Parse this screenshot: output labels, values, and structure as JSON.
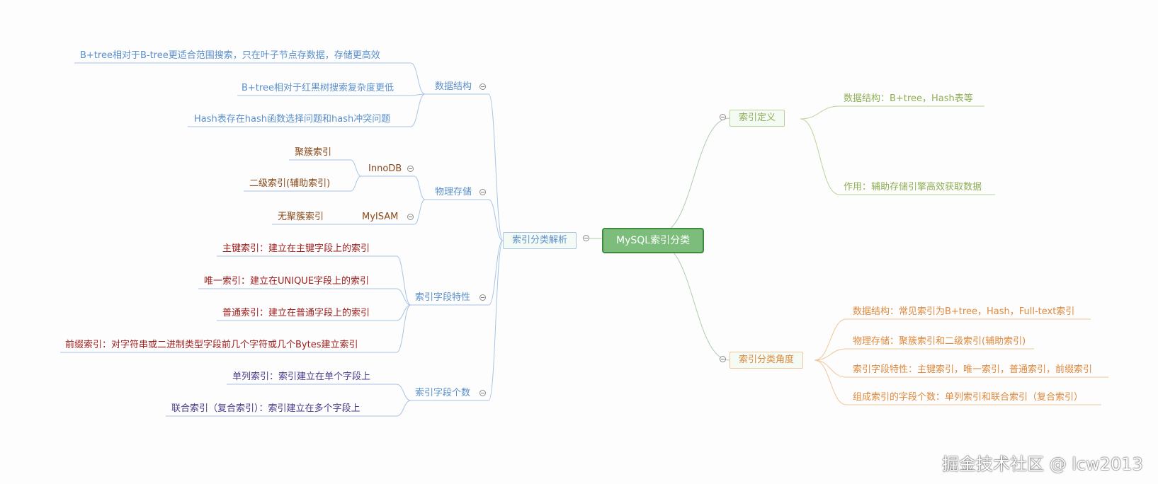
{
  "root": {
    "label": "MySQL索引分类"
  },
  "left_branch": {
    "label": "索引分类解析",
    "groups": [
      {
        "label": "数据结构",
        "items": [
          "B+tree相对于B-tree更适合范围搜索，只在叶子节点存数据，存储更高效",
          "B+tree相对于红黑树搜索复杂度更低",
          "Hash表存在hash函数选择问题和hash冲突问题"
        ]
      },
      {
        "label": "物理存储",
        "subgroups": [
          {
            "label": "InnoDB",
            "items": [
              "聚簇索引",
              "二级索引(辅助索引)"
            ]
          },
          {
            "label": "MyISAM",
            "items": [
              "无聚簇索引"
            ]
          }
        ]
      },
      {
        "label": "索引字段特性",
        "items": [
          "主键索引：建立在主键字段上的索引",
          "唯一索引：建立在UNIQUE字段上的索引",
          "普通索引：建立在普通字段上的索引",
          "前缀索引：对字符串或二进制类型字段前几个字符或几个Bytes建立索引"
        ]
      },
      {
        "label": "索引字段个数",
        "items": [
          "单列索引：索引建立在单个字段上",
          "联合索引（复合索引）：索引建立在多个字段上"
        ]
      }
    ]
  },
  "right_top": {
    "label": "索引定义",
    "items": [
      "数据结构：B+tree，Hash表等",
      "作用：辅助存储引擎高效获取数据"
    ]
  },
  "right_bottom": {
    "label": "索引分类角度",
    "items": [
      "数据结构：常见索引为B+tree，Hash，Full-text索引",
      "物理存储：聚簇索引和二级索引(辅助索引)",
      "索引字段特性：主键索引，唯一索引，普通索引，前缀索引",
      "组成索引的字段个数：单列索引和联合索引（复合索引）"
    ]
  },
  "watermark": "掘金技术社区 @ lcw2013",
  "colors": {
    "root_fill": "#7cbd7c",
    "root_border": "#3f8a3f",
    "blue_text": "#5a8fcc",
    "blue_line": "#a9c4e4",
    "brown_text": "#8a4a1c",
    "red_text": "#a01e1e",
    "purple_text": "#4a3a8c",
    "green_text": "#8fae55",
    "green_line": "#b9d29a",
    "orange_text": "#e0893c",
    "orange_line": "#f0c69a",
    "connector": "#b0cbb0"
  }
}
